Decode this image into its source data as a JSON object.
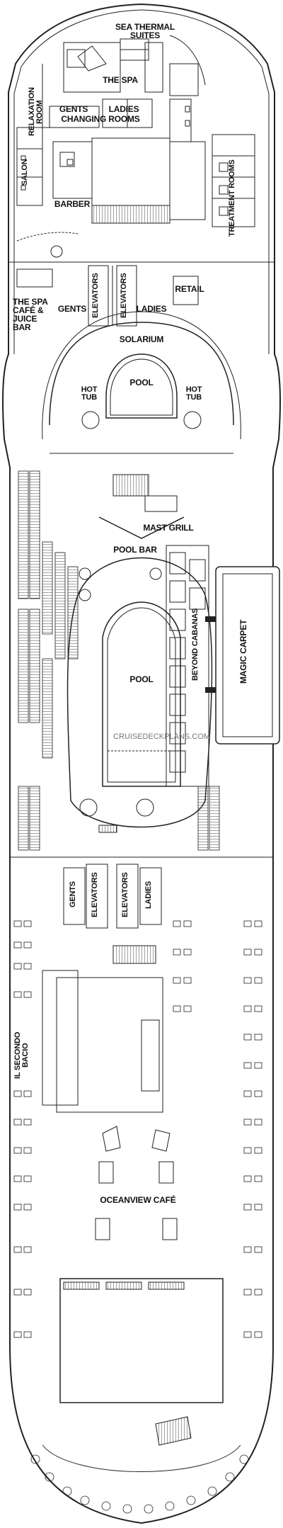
{
  "labels": {
    "sea_thermal_suites": "SEA THERMAL SUITES",
    "the_spa": "THE SPA",
    "relaxation_room": "RELAXATION ROOM",
    "gents_changing": "GENTS",
    "ladies_changing": "LADIES",
    "changing_rooms": "CHANGING ROOMS",
    "salon": "SALON",
    "barber": "BARBER",
    "treatment_rooms": "TREATMENT ROOMS",
    "elevators_fwd_1": "ELEVATORS",
    "elevators_fwd_2": "ELEVATORS",
    "retail": "RETAIL",
    "spa_cafe": "THE SPA CAFÉ & JUICE BAR",
    "gents_fwd": "GENTS",
    "ladies_fwd": "LADIES",
    "solarium": "SOLARIUM",
    "pool_solarium": "POOL",
    "hot_tub_left": "HOT TUB",
    "hot_tub_right": "HOT TUB",
    "mast_grill": "MAST GRILL",
    "pool_bar": "POOL BAR",
    "pool_main": "POOL",
    "beyond_cabanas": "BEYOND CABANAS",
    "magic_carpet": "MAGIC CARPET",
    "watermark": "CRUISEDECKPLANS.COM",
    "gents_aft": "GENTS",
    "elevators_aft_1": "ELEVATORS",
    "elevators_aft_2": "ELEVATORS",
    "ladies_aft": "LADIES",
    "il_secondo_bacio": "IL SECONDO BACIO",
    "oceanview_cafe": "OCEANVIEW CAFÉ"
  },
  "colors": {
    "outline": "#222222",
    "fill": "#ffffff",
    "shade": "#dcdcdc",
    "text": "#111111"
  }
}
